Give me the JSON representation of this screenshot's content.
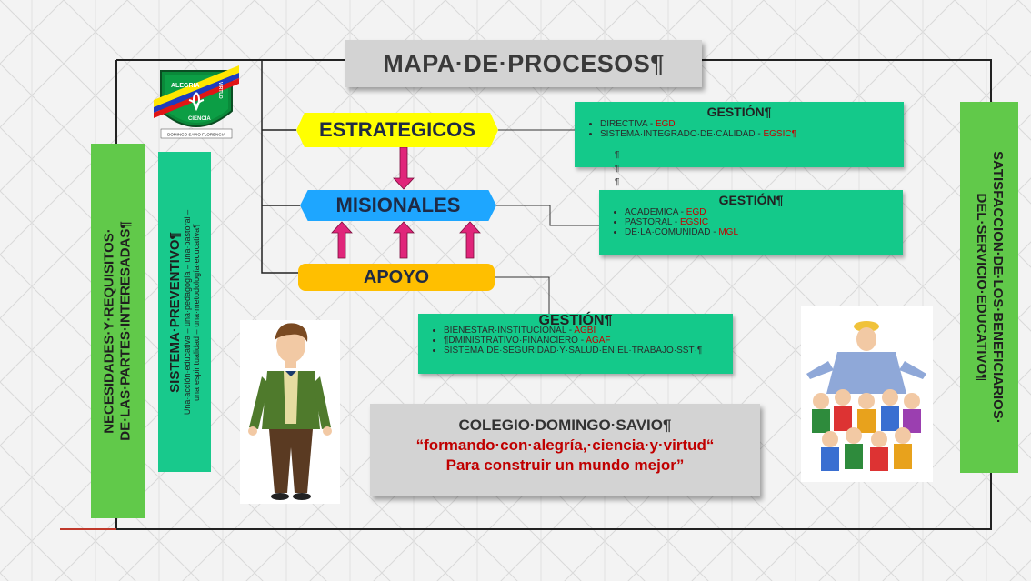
{
  "title": "MAPA·DE·PROCESOS¶",
  "processes": {
    "estrategicos": "ESTRATEGICOS",
    "misionales": "MISIONALES",
    "apoyo": "APOYO"
  },
  "gestion_estrategica": {
    "title": "GESTIÓN¶",
    "items": [
      {
        "text": "DIRECTIVA - ",
        "code": "EGD"
      },
      {
        "text": "SISTEMA·INTEGRADO·DE·CALIDAD - ",
        "code": "EGSIC¶"
      }
    ],
    "pilcrows": [
      "¶",
      "¶",
      "¶"
    ]
  },
  "gestion_misional": {
    "title": "GESTIÓN¶",
    "items": [
      {
        "text": "ACADEMICA - ",
        "code": "EGD"
      },
      {
        "text": "PASTORAL - ",
        "code": "EGSIC"
      },
      {
        "text": "DE·LA·COMUNIDAD - ",
        "code": "MGL"
      }
    ]
  },
  "gestion_apoyo": {
    "title": "GESTIÓN¶",
    "items": [
      {
        "text": "BIENESTAR·INSTITUCIONAL - ",
        "code": "AGBI"
      },
      {
        "text": "¶DMINISTRATIVO·FINANCIERO - ",
        "code": "AGAF"
      },
      {
        "text": "SISTEMA·DE·SEGURIDAD·Y·SALUD·EN·EL·TRABAJO·SST·¶",
        "code": ""
      }
    ]
  },
  "left_box": {
    "line1": "NECESIDADES·Y·REQUISITOS·",
    "line2": "DE·LAS·PARTES·INTERESADAS¶"
  },
  "preventive_box": {
    "heading": "SISTEMA·PREVENTIVO¶",
    "line1": "Una·acción·educativa – una·pedagogía – una·pastoral –",
    "line2": "una·espiritualidad – una·metodología·educativa¶"
  },
  "right_box": {
    "line1": "SATISFACCION·DE·LOS·BENEFICIARIOS·",
    "line2": "DEL·SERVICIO·EDUCATIVO¶"
  },
  "logo": {
    "left_word": "ALEGRIA",
    "center_word": "CIENCIA",
    "right_word": "VIRTUD",
    "banner": "DOMINGO SAVIO FLORENCIA"
  },
  "colegio": {
    "name": "COLEGIO·DOMINGO·SAVIO¶",
    "motto1": "“formando·con·alegría,·ciencia·y·virtud“",
    "motto2": "Para construir un mundo mejor”"
  },
  "colors": {
    "estrategicos": "#ffff00",
    "misionales": "#1ea6ff",
    "apoyo": "#ffbf00",
    "gestion": "#14c98a",
    "side_boxes": "#61c94a",
    "arrows": "#e0257a"
  }
}
